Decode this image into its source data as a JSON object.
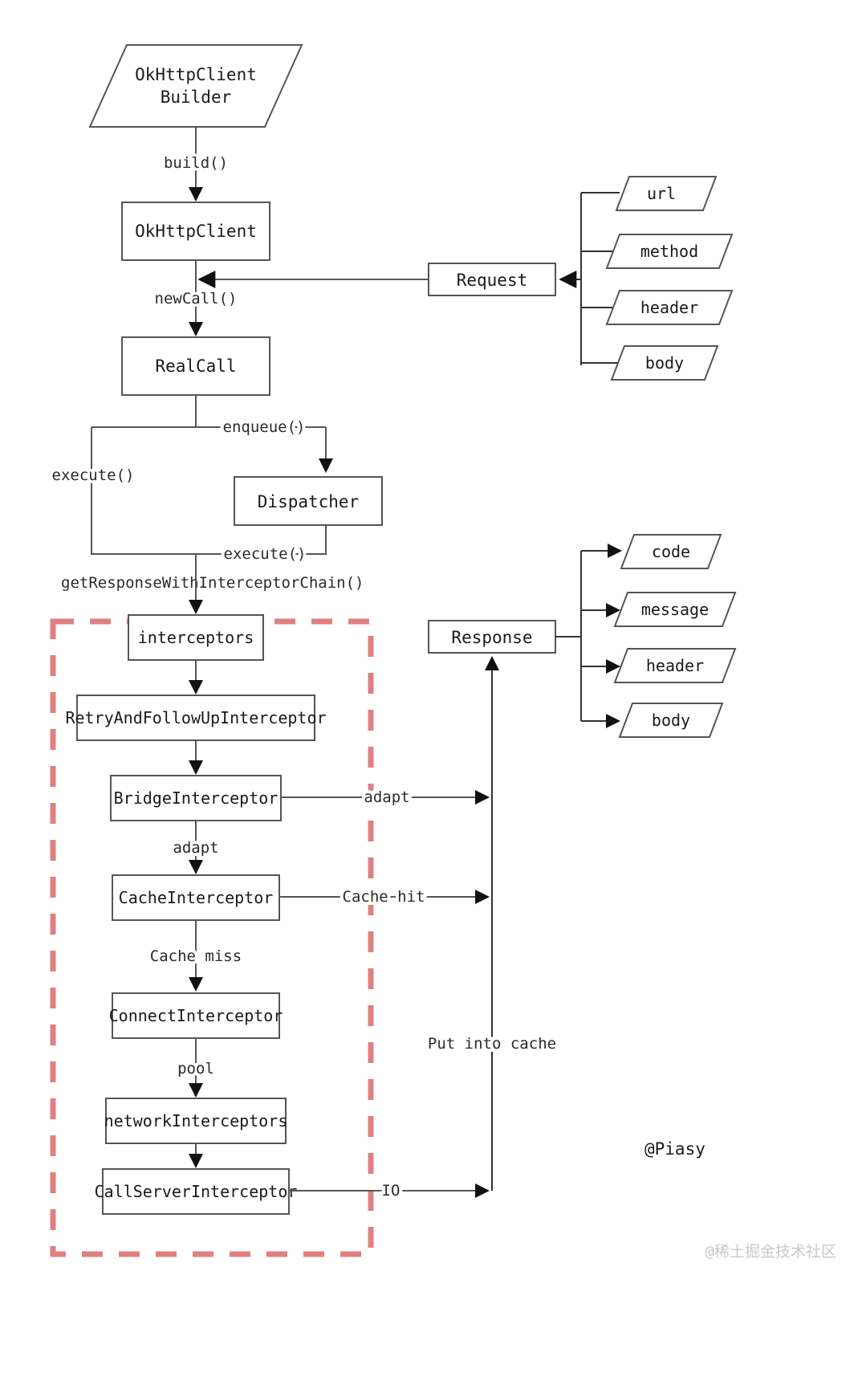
{
  "diagram": {
    "title": "OkHttp request flow",
    "colors": {
      "shape_stroke": "#555555",
      "edge": "#555555",
      "dashed_region": "#e08080",
      "text": "#1a1a1a",
      "watermark": "#c8c8c8",
      "background": "#ffffff"
    },
    "nodes": {
      "okhttpclient_builder": {
        "label_line1": "OkHttpClient",
        "label_line2": "Builder",
        "shape": "parallelogram"
      },
      "okhttpclient": {
        "label": "OkHttpClient",
        "shape": "rect"
      },
      "realcall": {
        "label": "RealCall",
        "shape": "rect"
      },
      "dispatcher": {
        "label": "Dispatcher",
        "shape": "rect"
      },
      "request": {
        "label": "Request",
        "shape": "rect"
      },
      "response": {
        "label": "Response",
        "shape": "rect"
      },
      "interceptors": {
        "label": "interceptors",
        "shape": "rect"
      },
      "retry_interceptor": {
        "label": "RetryAndFollowUpInterceptor",
        "shape": "rect"
      },
      "bridge_interceptor": {
        "label": "BridgeInterceptor",
        "shape": "rect"
      },
      "cache_interceptor": {
        "label": "CacheInterceptor",
        "shape": "rect"
      },
      "connect_interceptor": {
        "label": "ConnectInterceptor",
        "shape": "rect"
      },
      "network_interceptors": {
        "label": "networkInterceptors",
        "shape": "rect"
      },
      "callserver_interceptor": {
        "label": "CallServerInterceptor",
        "shape": "rect"
      }
    },
    "request_fields": [
      {
        "label": "url"
      },
      {
        "label": "method"
      },
      {
        "label": "header"
      },
      {
        "label": "body"
      }
    ],
    "response_fields": [
      {
        "label": "code"
      },
      {
        "label": "message"
      },
      {
        "label": "header"
      },
      {
        "label": "body"
      }
    ],
    "edge_labels": {
      "build": "build()",
      "new_call": "newCall()",
      "enqueue": "enqueue()",
      "execute_left": "execute()",
      "execute_dispatcher": "execute()",
      "adapt_bridge_side": "adapt",
      "adapt_down": "adapt",
      "cache_hit": "Cache hit",
      "cache_miss": "Cache miss",
      "pool": "pool",
      "io": "IO",
      "put_into_cache": "Put into cache"
    },
    "region": {
      "label": "getResponseWithInterceptorChain()"
    },
    "annotations": {
      "author": "@Piasy",
      "watermark": "@稀土掘金技术社区"
    }
  }
}
